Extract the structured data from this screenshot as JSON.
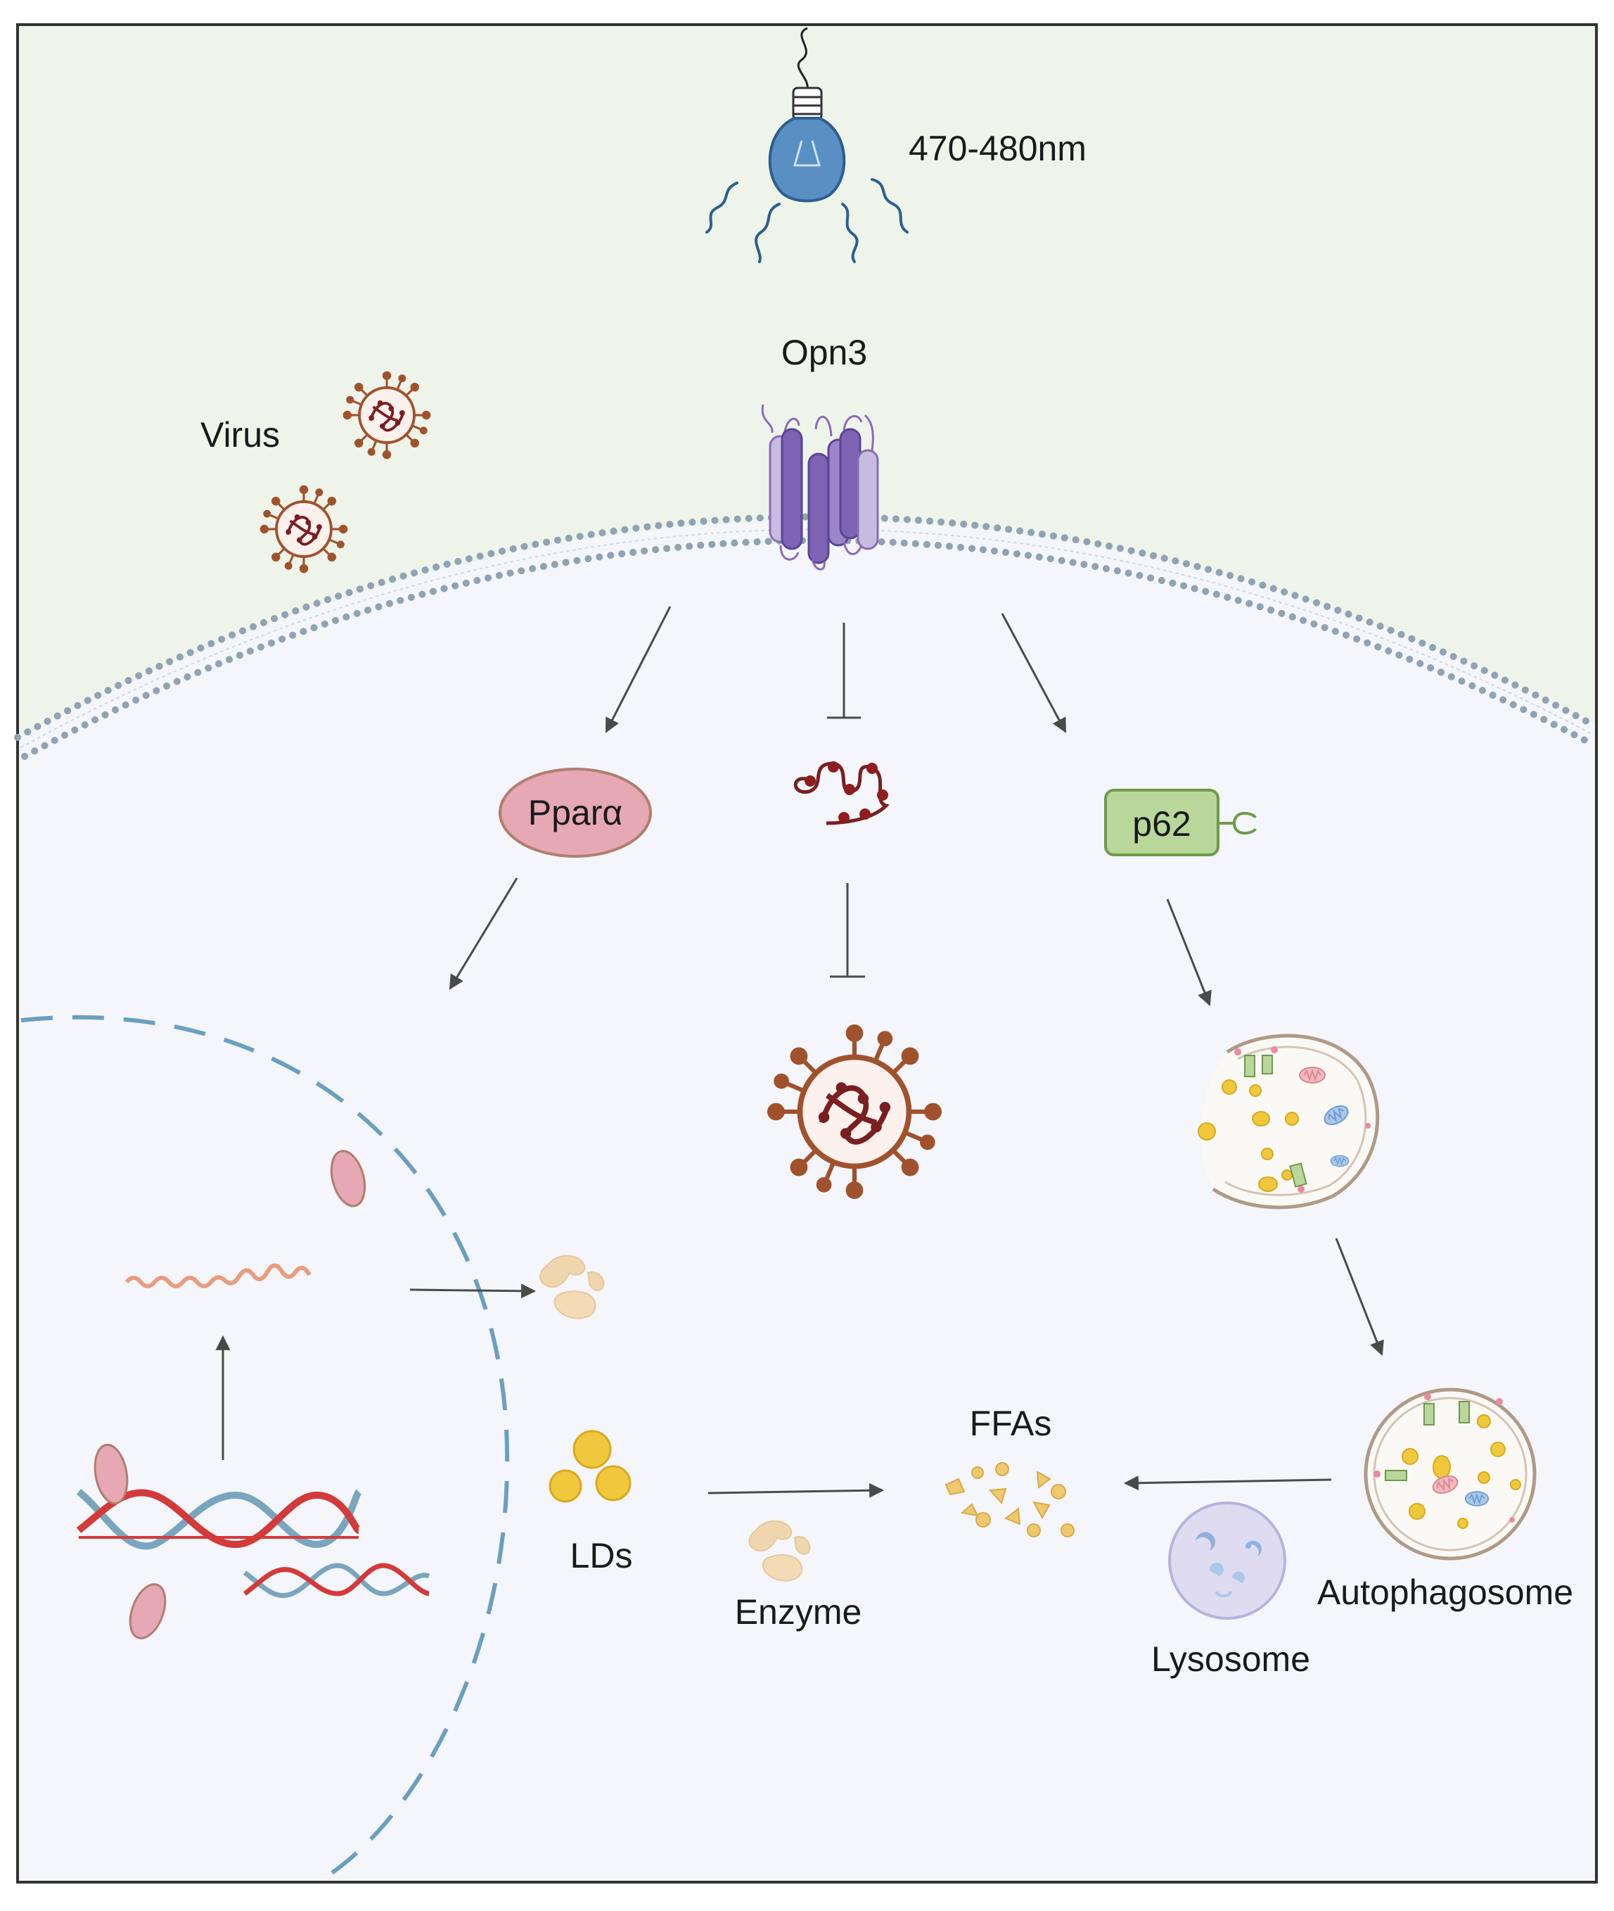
{
  "labels": {
    "light": "470-480nm",
    "receptor": "Opn3",
    "virus": "Virus",
    "ppara": "Pparα",
    "p62": "p62",
    "lds": "LDs",
    "enzyme": "Enzyme",
    "ffas": "FFAs",
    "autophagosome": "Autophagosome",
    "lysosome": "Lysosome"
  },
  "colors": {
    "extracellular": "#eef4ea",
    "cytoplasm": "#f4f6fb",
    "membrane": "#8fa3b5",
    "nucleus": "#6b9fc0",
    "arrow": "#4a4a4a",
    "bulb": "#5a8fc4",
    "opsin": "#8a6bb8",
    "virus": "#8a2a2a",
    "ppara": "#e6a8b4",
    "p62": "#b9d79b",
    "lipid": "#f0c83c",
    "enzyme": "#f0d6ae",
    "dna_red": "#d43a3a",
    "dna_blue": "#7aa6bd"
  },
  "icons": [
    "light-bulb-icon",
    "light-wave-icon",
    "opsin-receptor-icon",
    "virus-icon",
    "viral-rna-icon",
    "dna-helix-icon",
    "mrna-icon",
    "transcription-factor-icon",
    "enzyme-icon",
    "lipid-droplet-icon",
    "autophagosome-icon",
    "lysosome-icon"
  ]
}
